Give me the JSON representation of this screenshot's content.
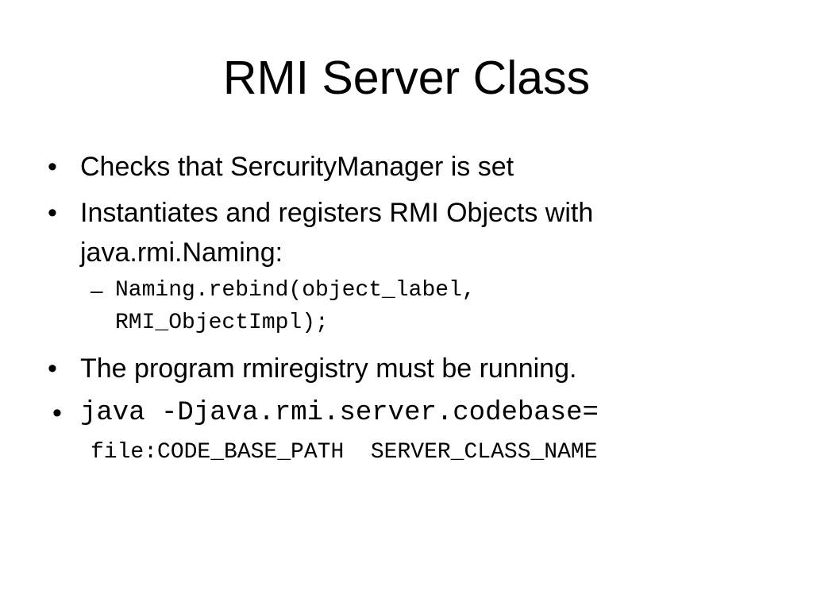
{
  "slide": {
    "title": "RMI Server Class",
    "bullet_glyph": "•",
    "dash_glyph": "–",
    "bullets": [
      {
        "lines": [
          "Checks that SercurityManager is set"
        ]
      },
      {
        "lines": [
          "Instantiates and registers RMI Objects with",
          "java.rmi.Naming:"
        ],
        "sub": {
          "lines": [
            "Naming.rebind(object_label,",
            "RMI_ObjectImpl);"
          ]
        }
      },
      {
        "lines": [
          "The program rmiregistry must be running."
        ]
      },
      {
        "lines": [
          "java -Djava.rmi.server.codebase=",
          "file:CODE_BASE_PATH  SERVER_CLASS_NAME"
        ]
      }
    ]
  }
}
